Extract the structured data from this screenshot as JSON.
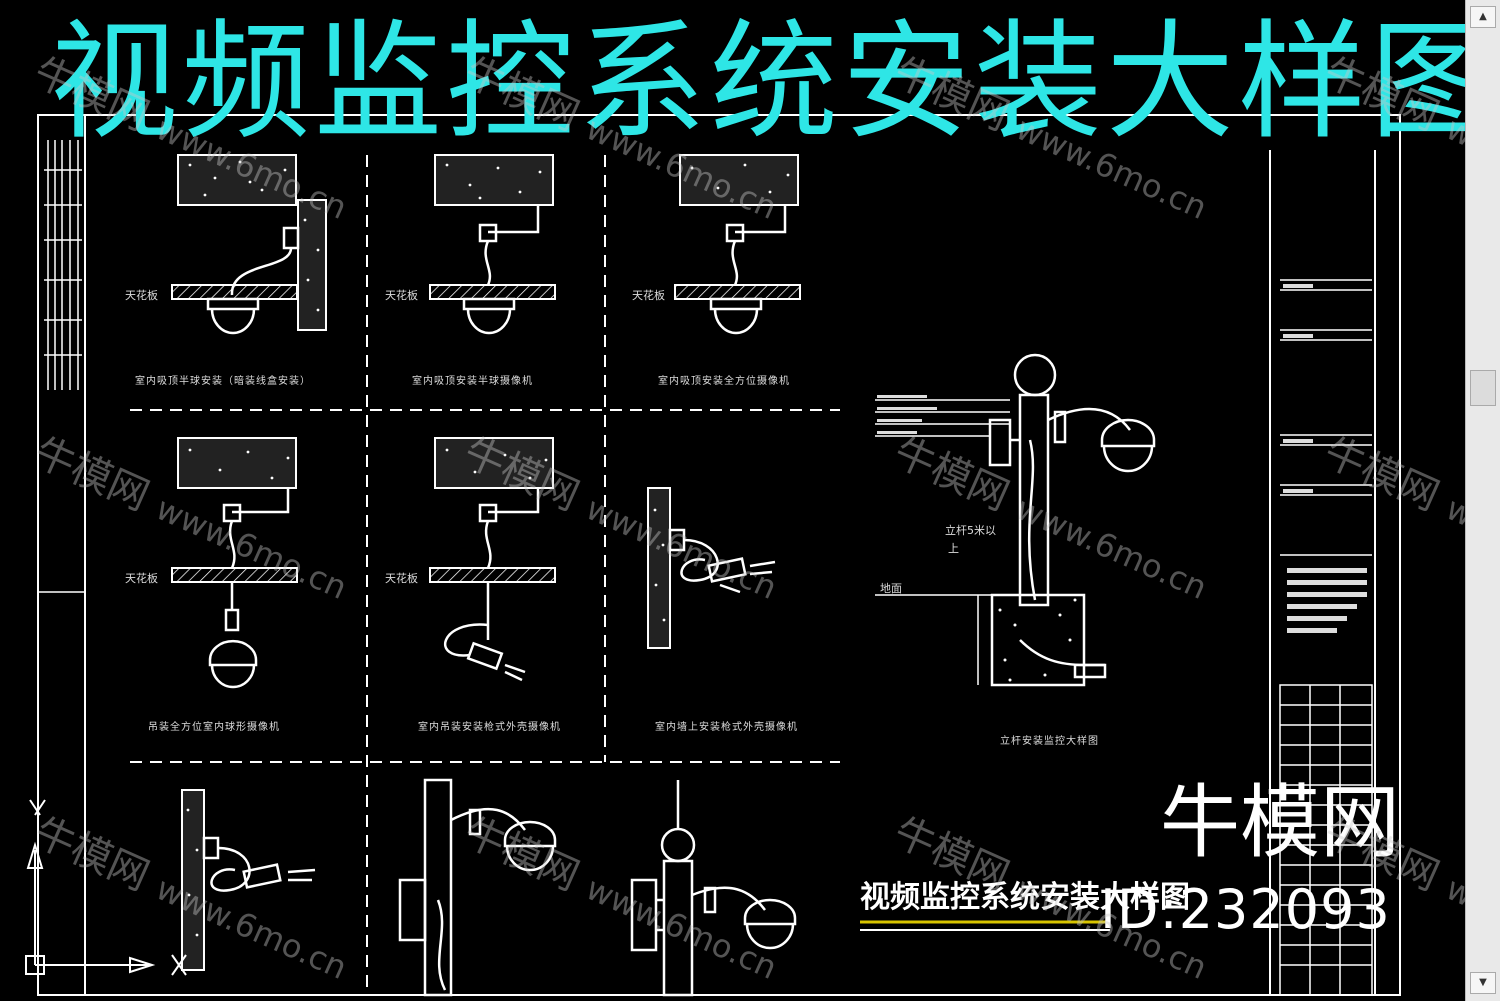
{
  "title": "视频监控系统安装大样图",
  "inner_title": "视频监控系统安装大样图",
  "brand": "牛模网",
  "item_id": "ID:232093",
  "watermark": {
    "cn": "牛模网",
    "url": "www.6mo.cn"
  },
  "labels": {
    "ceiling": "天花板",
    "standing_pole": "立杆5米以",
    "standing_pole_2": "上",
    "ground": "地面"
  },
  "captions": [
    "室内吸顶半球安装（暗装线盒安装）",
    "室内吸顶安装半球摄像机",
    "室内吸顶安装全方位摄像机",
    "吊装全方位室内球形摄像机",
    "室内吊装安装枪式外壳摄像机",
    "室内墙上安装枪式外壳摄像机",
    "立杆安装监控大样图"
  ],
  "colors": {
    "title": "#2ee6e6",
    "drawing": "#ffffff",
    "accent_line": "#d8c400",
    "background": "#000000"
  }
}
